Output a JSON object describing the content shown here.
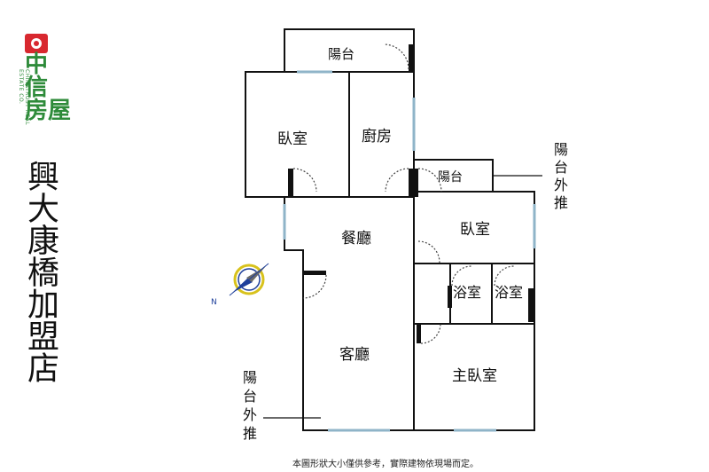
{
  "logo": {
    "brand_lines": [
      "中",
      "信",
      "房屋"
    ],
    "vertical_text": "CHINATRUST REAL ESTATE CO.",
    "brand_color": "#2e8b3a",
    "emblem_color": "#d8282f"
  },
  "store_name": "興大康橋加盟店",
  "rooms": {
    "balcony_top": "陽台",
    "bedroom_left": "臥室",
    "kitchen": "廚房",
    "balcony_mid": "陽台",
    "dining": "餐廳",
    "bedroom_right": "臥室",
    "bath_1": "浴室",
    "bath_2": "浴室",
    "living": "客廳",
    "master_bedroom": "主臥室"
  },
  "annotations": {
    "balcony_extend_right": [
      "陽",
      "台",
      "外",
      "推"
    ],
    "balcony_extend_left": [
      "陽",
      "台",
      "外",
      "推"
    ]
  },
  "compass": {
    "label": "N"
  },
  "disclaimer": "本圖形狀大小僅供參考，實際建物依現場而定。",
  "colors": {
    "wall": "#111111",
    "window": "#8fb4c8",
    "accent": "#d8c21c",
    "compass_blue": "#1e3f9a"
  }
}
